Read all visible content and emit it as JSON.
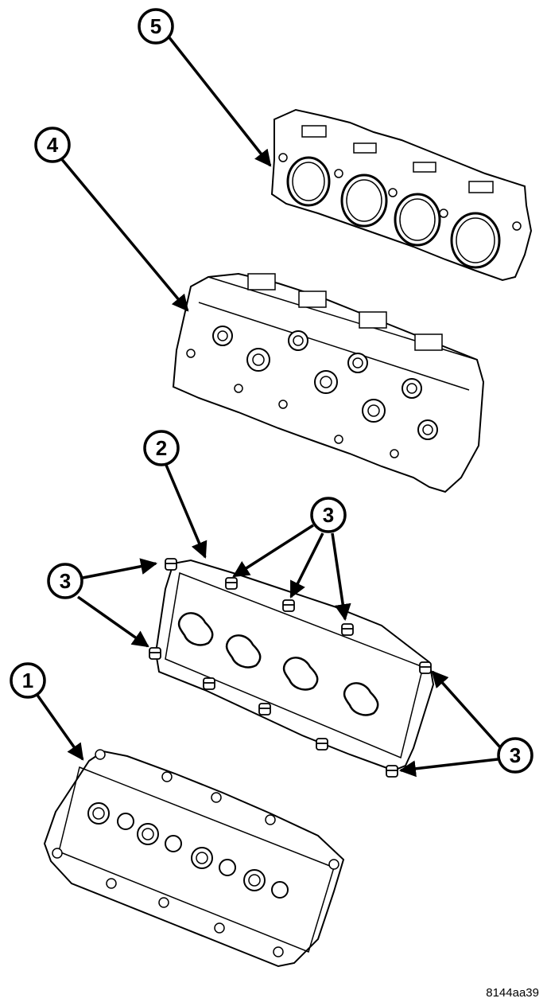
{
  "callouts": {
    "c1": "1",
    "c2": "2",
    "c3_left": "3",
    "c3_top": "3",
    "c3_right": "3",
    "c4": "4",
    "c5": "5"
  },
  "figure_id": "8144aa39"
}
